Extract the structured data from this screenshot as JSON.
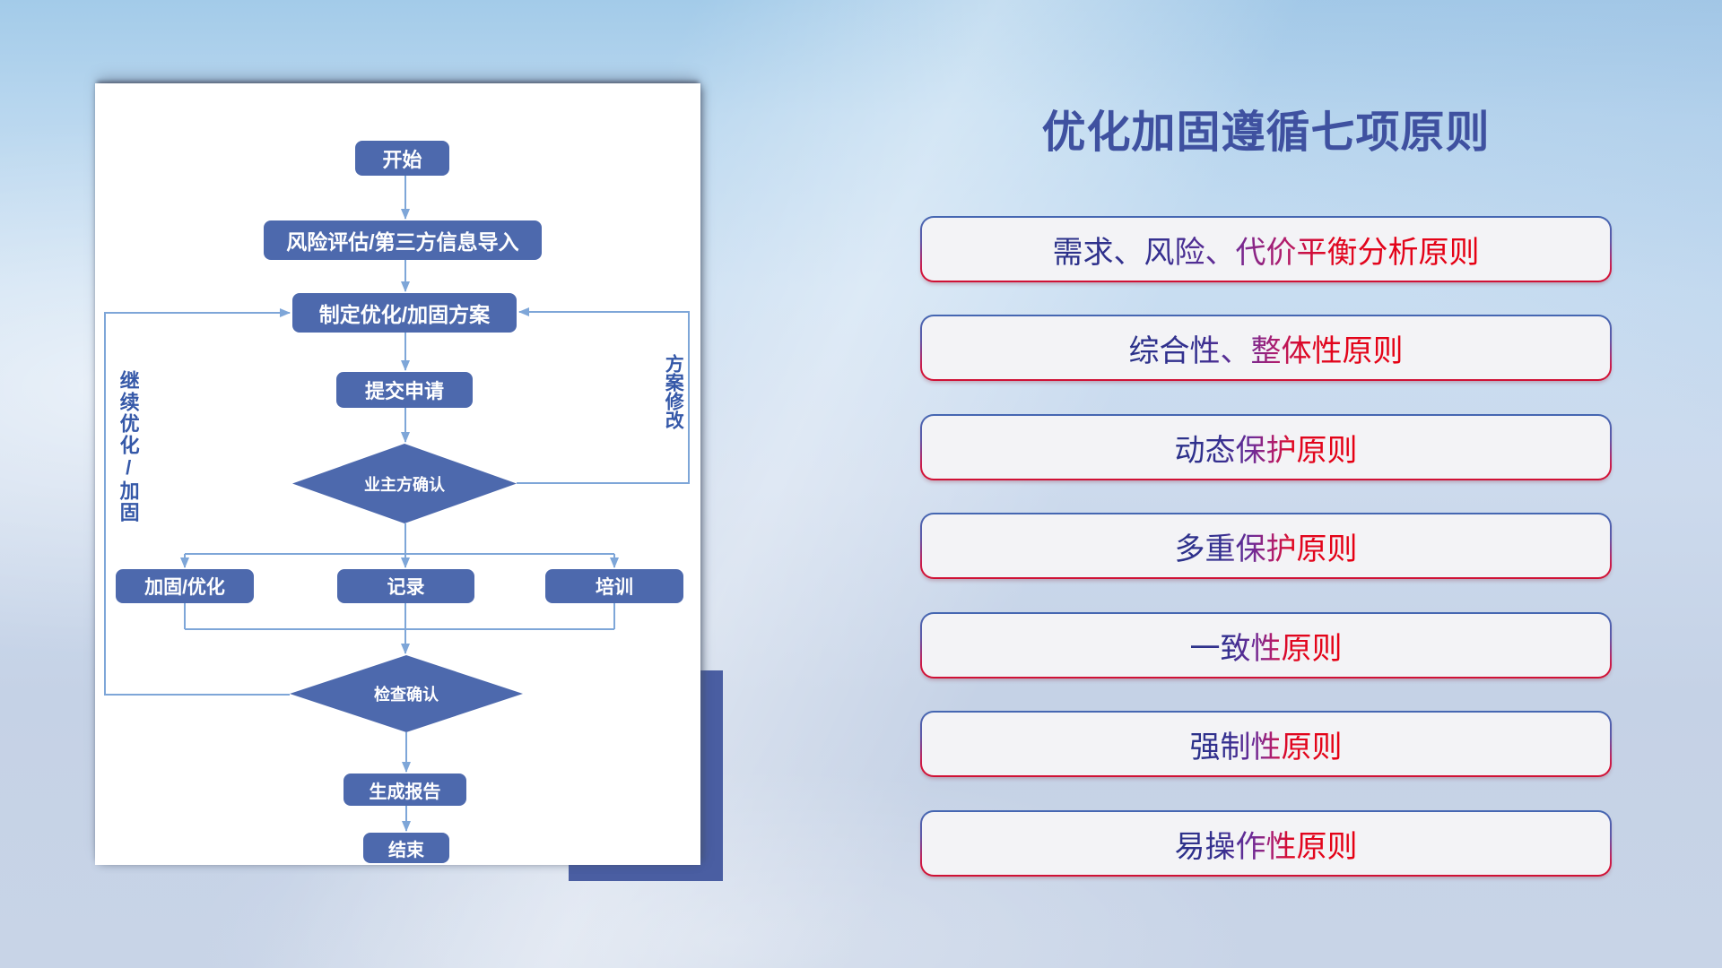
{
  "flowchart": {
    "nodes": {
      "start": "开始",
      "risk": "风险评估/第三方信息导入",
      "plan": "制定优化/加固方案",
      "submit": "提交申请",
      "confirm": "业主方确认",
      "reinforce": "加固/优化",
      "record": "记录",
      "training": "培训",
      "check": "检查确认",
      "report": "生成报告",
      "end": "结束"
    },
    "loop_labels": {
      "left": "继续优化/加固",
      "right": "方案修改"
    },
    "colors": {
      "node_fill": "#4d69ad",
      "connector": "#7ea6d8",
      "panel_bg": "#ffffff",
      "shadow_rect": "#4a5ea2",
      "loop_label": "#3558a8"
    }
  },
  "right_panel": {
    "title": "优化加固遵循七项原则",
    "title_color": "#3f51a0",
    "principles": [
      "需求、风险、代价平衡分析原则",
      "综合性、整体性原则",
      "动态保护原则",
      "多重保护原则",
      "一致性原则",
      "强制性原则",
      "易操作性原则"
    ],
    "box_bg": "#f3f3f6",
    "text_gradient": [
      "#2a3189",
      "#e60012"
    ],
    "border_gradient": [
      "#4467b2",
      "#cf1135"
    ]
  }
}
